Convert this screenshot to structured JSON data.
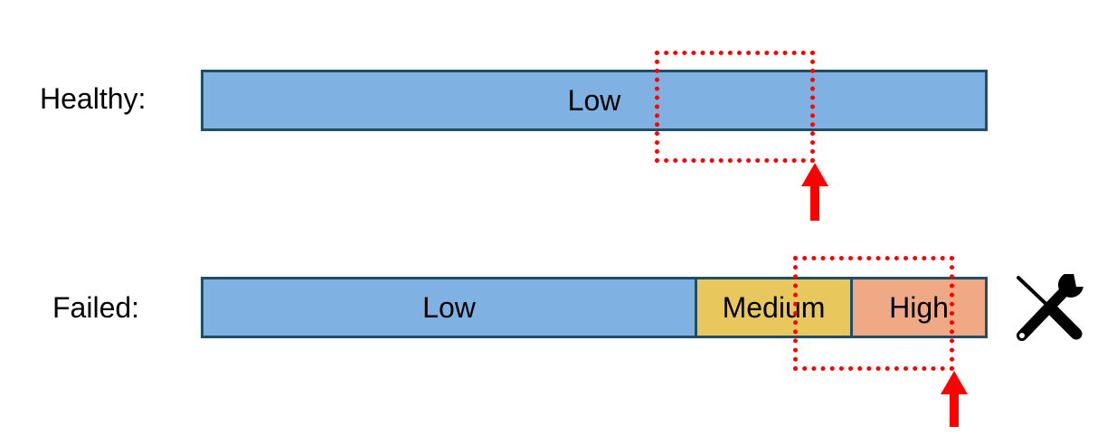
{
  "rows": [
    {
      "label": "Healthy:",
      "segments": [
        {
          "label": "Low",
          "share": 1.0,
          "color": "#7fb2e3"
        }
      ]
    },
    {
      "label": "Failed:",
      "segments": [
        {
          "label": "Low",
          "share": 0.62,
          "color": "#7fb2e3"
        },
        {
          "label": "Medium",
          "share": 0.2,
          "color": "#e8c75c"
        },
        {
          "label": "High",
          "share": 0.18,
          "color": "#f0a985"
        }
      ]
    }
  ],
  "colors": {
    "window_outline": "#ff0000",
    "arrow": "#ff0000",
    "bar_border": "#1f4e66"
  },
  "icons": {
    "failed_marker": "tools-icon",
    "pointer": "arrow-up-icon"
  }
}
